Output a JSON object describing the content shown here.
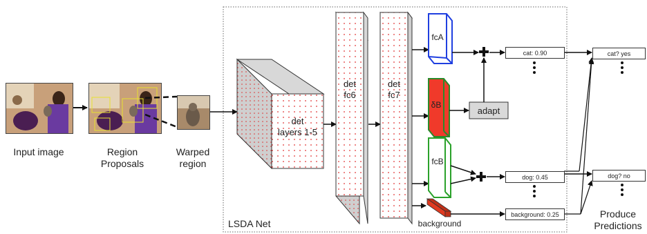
{
  "labels": {
    "input_image": "Input image",
    "region_proposals": [
      "Region",
      "Proposals"
    ],
    "warped_region": [
      "Warped",
      "region"
    ],
    "net_name": "LSDA Net",
    "produce_predictions": [
      "Produce",
      "Predictions"
    ]
  },
  "layers": {
    "det_layers": [
      "det",
      "layers 1-5"
    ],
    "fc6": [
      "det",
      "fc6"
    ],
    "fc7": [
      "det",
      "fc7"
    ],
    "fcA": "fcA",
    "deltaB": "δB",
    "fcB": "fcB",
    "adapt": "adapt",
    "background": "background"
  },
  "scores": {
    "cat": "cat: 0.90",
    "dog": "dog: 0.45",
    "background": "background: 0.25"
  },
  "predictions": {
    "cat": "cat? yes",
    "dog": "dog? no"
  },
  "colors": {
    "fcA": "#1f3fe0",
    "fcB": "#2aa12a",
    "deltaB_fill": "#f03a2a",
    "deltaB_border": "#2a8a2a",
    "dots": "#e03030",
    "adapt_fill": "#d9d9d9",
    "background_block": "#e03a20"
  }
}
